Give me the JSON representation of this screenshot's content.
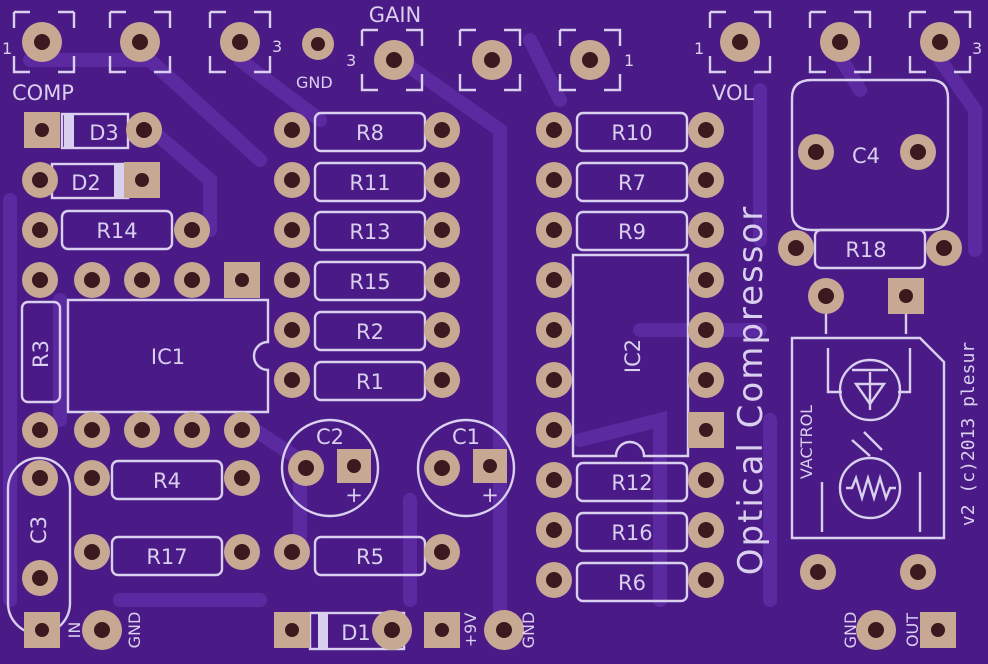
{
  "board": {
    "title": "Optical Compressor",
    "credit": "v2 (c)2013 plesur",
    "colors": {
      "soldermask": "#4a1a86",
      "silkscreen": "#d9cfee",
      "copper": "#c7a892"
    }
  },
  "labels": {
    "gain": "GAIN",
    "comp": "COMP",
    "vol": "VOL",
    "gnd_top": "GND",
    "pin1": "1",
    "pin3": "3",
    "plus": "+",
    "ic1": "IC1",
    "ic2": "IC2",
    "vactrol": "VACTROL",
    "in": "IN",
    "gnd": "GND",
    "v9": "+9V",
    "out": "OUT"
  },
  "components": {
    "r8": "R8",
    "r11": "R11",
    "r13": "R13",
    "r15": "R15",
    "r2": "R2",
    "r1": "R1",
    "r10": "R10",
    "r7": "R7",
    "r9": "R9",
    "r12": "R12",
    "r16": "R16",
    "r6": "R6",
    "r14": "R14",
    "r3": "R3",
    "r4": "R4",
    "r17": "R17",
    "r5": "R5",
    "r18": "R18",
    "d3": "D3",
    "d2": "D2",
    "d1": "D1",
    "c1": "C1",
    "c2": "C2",
    "c3": "C3",
    "c4": "C4"
  }
}
